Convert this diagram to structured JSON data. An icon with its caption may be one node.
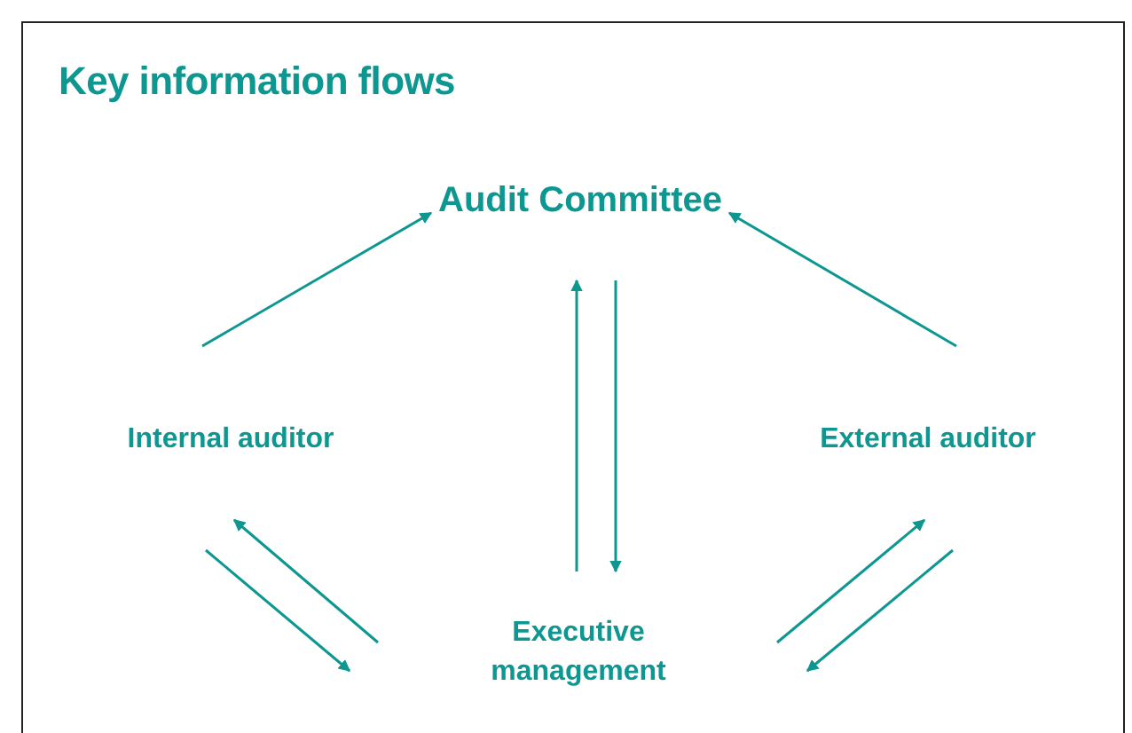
{
  "diagram": {
    "title": "Key information flows",
    "nodes": [
      {
        "text": [
          "Audit Committee"
        ]
      },
      {
        "text": [
          "Internal auditor"
        ]
      },
      {
        "text": [
          "External auditor"
        ]
      },
      {
        "text": [
          "Executive management"
        ]
      }
    ],
    "edges": [
      {
        "from": 1,
        "to": 0,
        "arrow": "to"
      },
      {
        "from": 2,
        "to": 0,
        "arrow": "to"
      },
      {
        "from": 3,
        "to": 0,
        "arrow": "to"
      },
      {
        "from": 0,
        "to": 3,
        "arrow": "to"
      },
      {
        "from": 1,
        "to": 3,
        "arrow": "to"
      },
      {
        "from": 3,
        "to": 1,
        "arrow": "to"
      },
      {
        "from": 3,
        "to": 2,
        "arrow": "to"
      },
      {
        "from": 2,
        "to": 3,
        "arrow": "to"
      }
    ]
  }
}
